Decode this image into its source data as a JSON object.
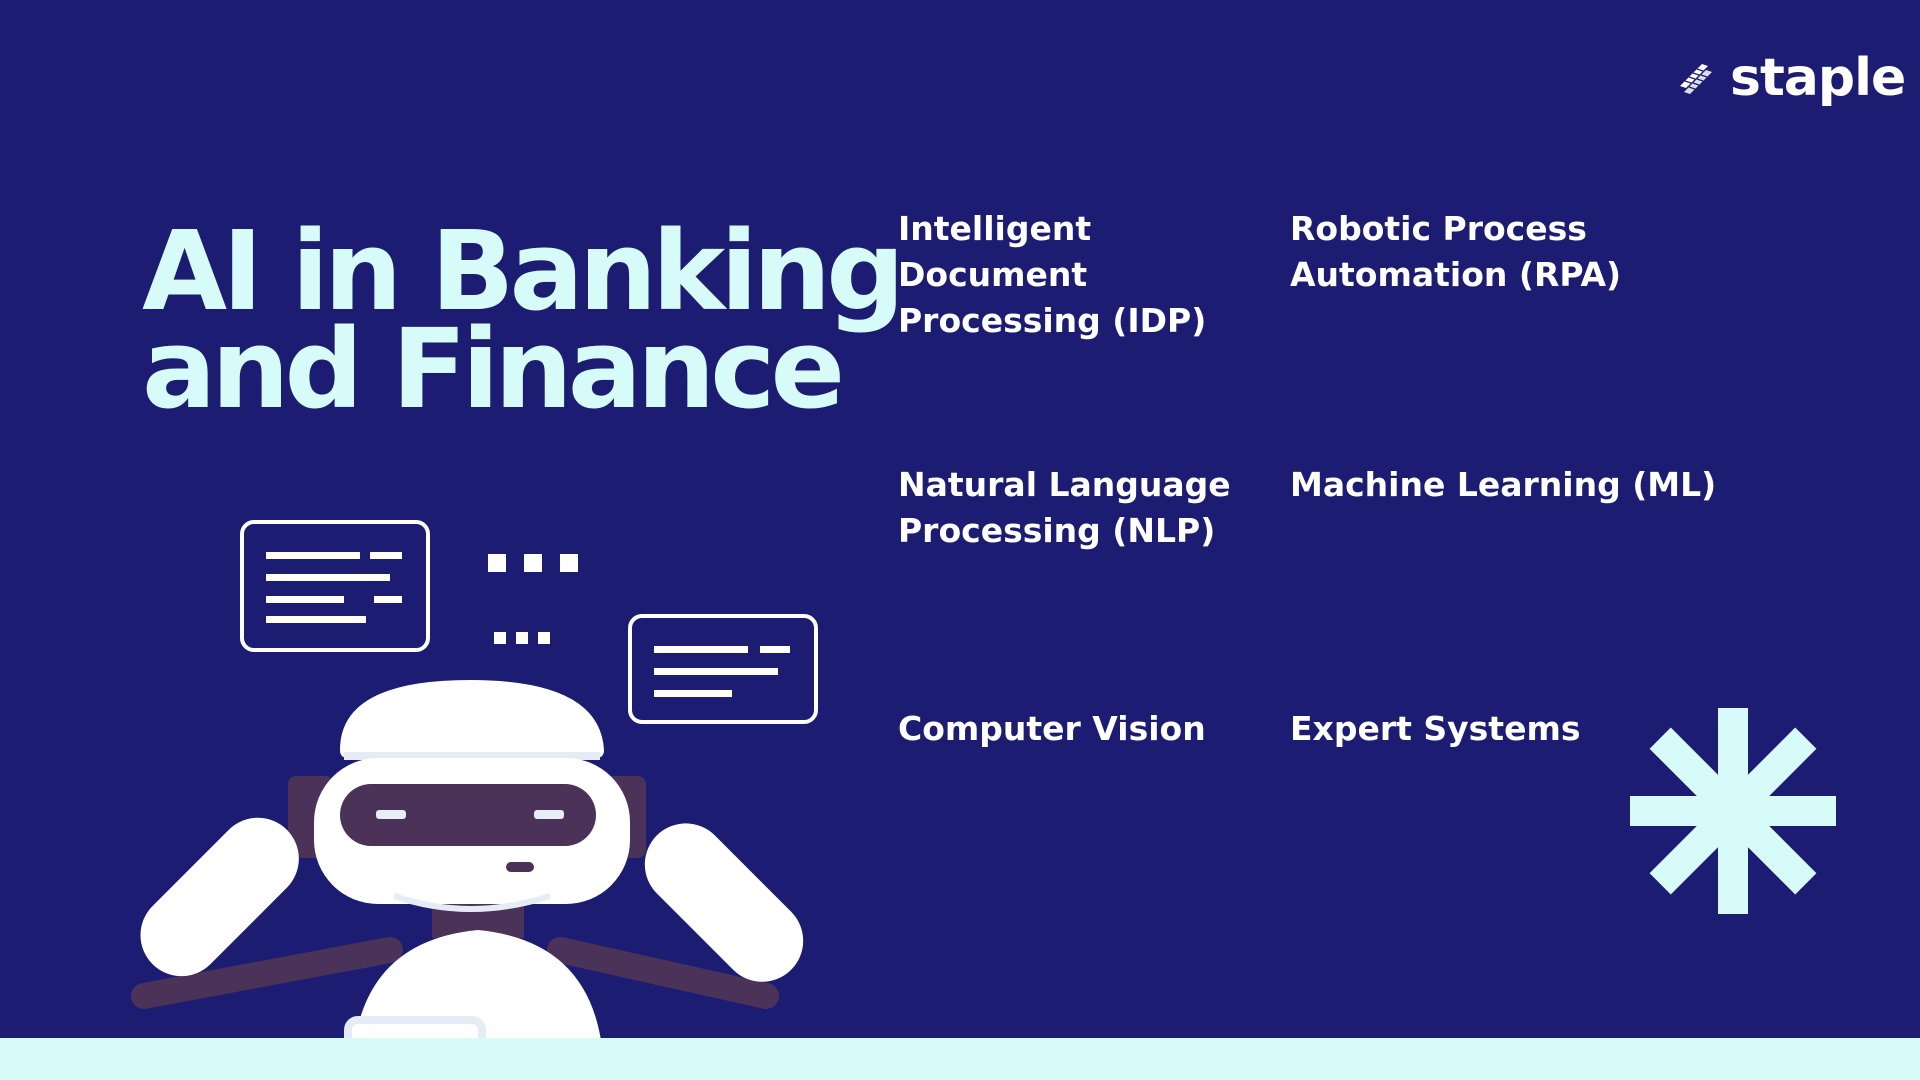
{
  "brand": {
    "name": "staple",
    "logo_icon": "staple-icon"
  },
  "headline": {
    "line1": "AI in Banking",
    "line2": "and Finance"
  },
  "topics": [
    {
      "lines": [
        "Intelligent",
        "Document",
        "Processing (IDP)"
      ]
    },
    {
      "lines": [
        "Robotic Process",
        "Automation (RPA)"
      ]
    },
    {
      "lines": [
        "Natural Language",
        "Processing (NLP)"
      ]
    },
    {
      "lines": [
        "Machine Learning (ML)"
      ]
    },
    {
      "lines": [
        "Computer Vision"
      ]
    },
    {
      "lines": [
        "Expert Systems"
      ]
    }
  ],
  "colors": {
    "background": "#1c1c72",
    "accent": "#d6fbf8",
    "text": "#ffffff",
    "robot_dark": "#4b3258"
  },
  "decorations": {
    "illustration": "robot-with-chat-bubbles",
    "accent_shape": "asterisk-icon"
  }
}
